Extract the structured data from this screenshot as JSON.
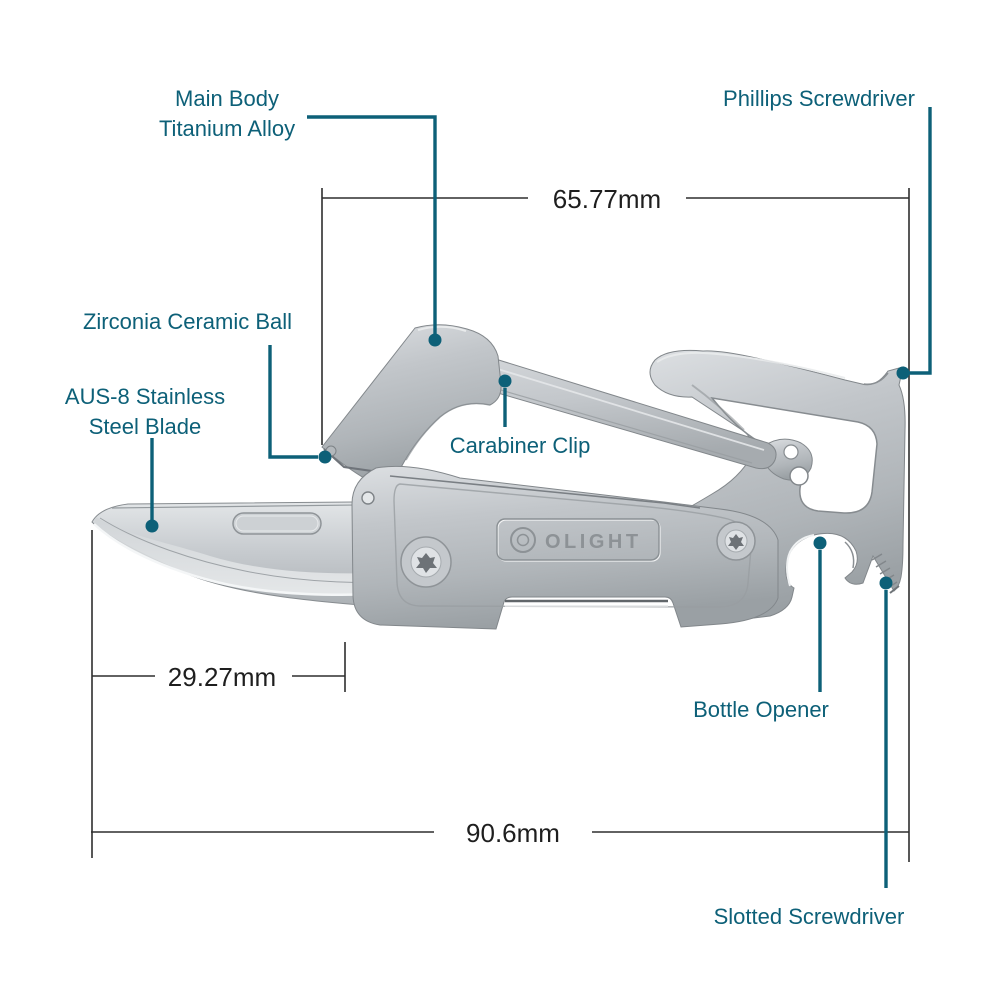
{
  "diagram": {
    "accent_color": "#0d6078",
    "metal_base_color": "#b9bec2",
    "background_color": "#ffffff",
    "brand_logo_text": "OLIGHT",
    "labels": {
      "main_body": {
        "line1": "Main Body",
        "line2": "Titanium Alloy"
      },
      "phillips": {
        "text": "Phillips Screwdriver"
      },
      "zirconia": {
        "text": "Zirconia Ceramic Ball"
      },
      "aus8": {
        "line1": "AUS-8 Stainless",
        "line2": "Steel Blade"
      },
      "carabiner": {
        "text": "Carabiner Clip"
      },
      "bottle": {
        "text": "Bottle Opener"
      },
      "slotted": {
        "text": "Slotted Screwdriver"
      }
    },
    "dimensions": {
      "body_length": "65.77mm",
      "blade_length": "29.27mm",
      "total_length": "90.6mm"
    }
  }
}
